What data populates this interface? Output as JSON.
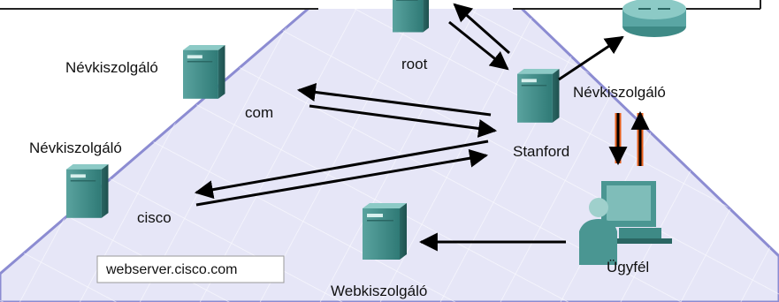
{
  "labels": {
    "root": "root",
    "com": "com",
    "stanford": "Stanford",
    "cisco": "cisco",
    "nameserver_com": "Névkiszolgáló",
    "nameserver_cisco": "Névkiszolgáló",
    "nameserver_stanford": "Névkiszolgáló",
    "client": "Ügyfél",
    "webserver": "Webkiszolgáló",
    "query_url": "webserver.cisco.com"
  },
  "colors": {
    "server_body": "#3e8a86",
    "server_dark": "#2a6663",
    "server_light": "#7fbdb9",
    "triangle_fill": "#e6e6f7",
    "triangle_stroke": "#8c8cd2",
    "arrow": "#000000",
    "client_arrow": "#e8601c",
    "router": "#5aa6a4"
  },
  "icons": [
    "server-icon",
    "router-icon",
    "client-computer-icon",
    "user-icon"
  ]
}
